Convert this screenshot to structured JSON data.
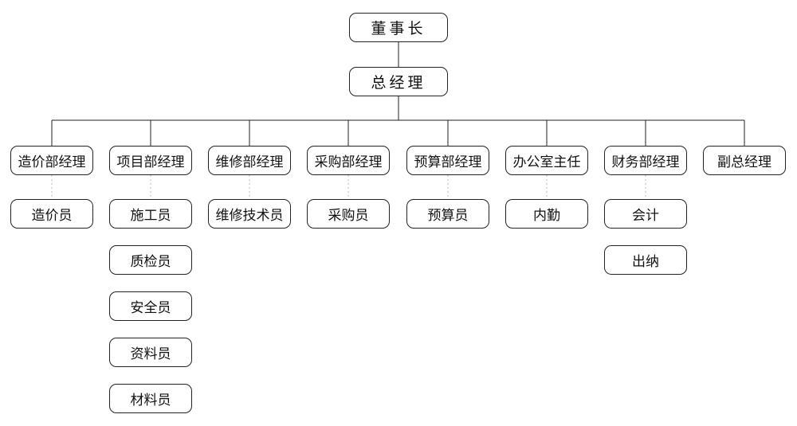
{
  "org": {
    "chairman": "董事长",
    "gm": "总经理",
    "departments": [
      {
        "name": "造价部经理",
        "staff": [
          "造价员"
        ]
      },
      {
        "name": "项目部经理",
        "staff": [
          "施工员",
          "质检员",
          "安全员",
          "资料员",
          "材料员"
        ]
      },
      {
        "name": "维修部经理",
        "staff": [
          "维修技术员"
        ]
      },
      {
        "name": "采购部经理",
        "staff": [
          "采购员"
        ]
      },
      {
        "name": "预算部经理",
        "staff": [
          "预算员"
        ]
      },
      {
        "name": "办公室主任",
        "staff": [
          "内勤"
        ]
      },
      {
        "name": "财务部经理",
        "staff": [
          "会计",
          "出纳"
        ]
      },
      {
        "name": "副总经理",
        "staff": []
      }
    ]
  },
  "colors": {
    "line": "#222222",
    "dashed": "#bbbbbb",
    "border": "#222222",
    "background": "#ffffff"
  }
}
